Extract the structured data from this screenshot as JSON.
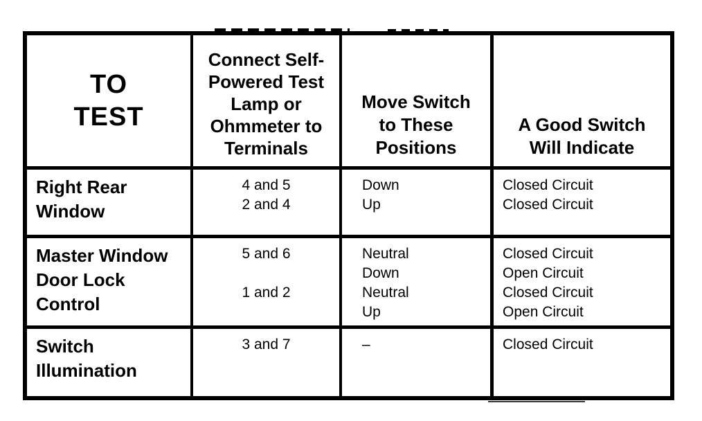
{
  "document": {
    "type": "switch-continuity-test-table",
    "colors": {
      "background": "#ffffff",
      "border": "#000000",
      "text": "#000000"
    },
    "table": {
      "headers": {
        "to_test": "TO\nTEST",
        "terminals": "Connect Self-\nPowered Test\nLamp or\nOhmmeter to\nTerminals",
        "positions": "Move Switch\nto These\nPositions",
        "indication": "A Good Switch\nWill Indicate"
      },
      "rows": [
        {
          "to_test": "Right Rear\nWindow",
          "terminals": "4 and 5\n2 and 4",
          "positions": "Down\nUp",
          "indication": "Closed Circuit\nClosed Circuit"
        },
        {
          "to_test": "Master Window\nDoor Lock\nControl",
          "terminals": "5 and 6\n\n1 and 2",
          "positions": "Neutral\nDown\nNeutral\nUp",
          "indication": "Closed Circuit\nOpen Circuit\nClosed Circuit\nOpen Circuit"
        },
        {
          "to_test": "Switch\nIllumination",
          "terminals": "3 and 7",
          "positions": "–",
          "indication": "Closed Circuit"
        }
      ]
    }
  }
}
